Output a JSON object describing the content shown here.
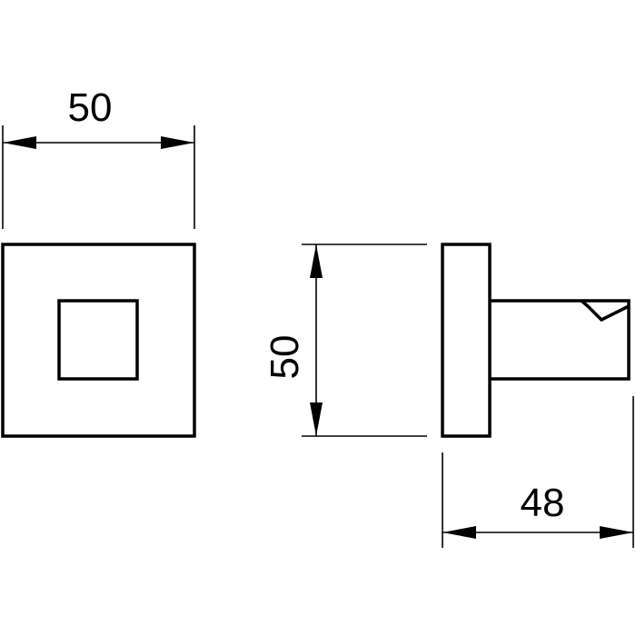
{
  "drawing": {
    "front_width_label": "50",
    "side_height_label": "50",
    "depth_label": "48",
    "line_color": "#000000",
    "background_color": "#ffffff"
  }
}
